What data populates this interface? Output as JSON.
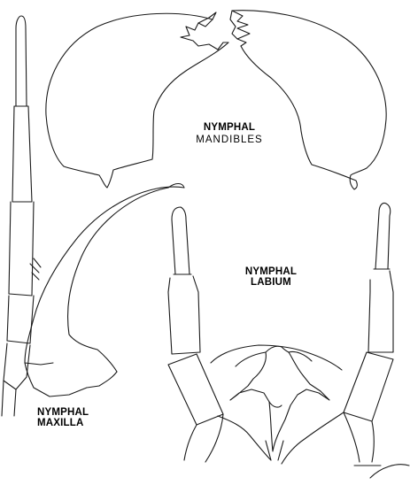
{
  "labels": {
    "mandibles_line1": "NYMPHAL",
    "mandibles_line2": "MANDIBLES",
    "labium_line1": "NYMPHAL",
    "labium_line2": "LABIUM",
    "maxilla_line1": "NYMPHAL",
    "maxilla_line2": "MAXILLA"
  },
  "colors": {
    "background": "#ffffff",
    "line": "#1a1a1a"
  }
}
